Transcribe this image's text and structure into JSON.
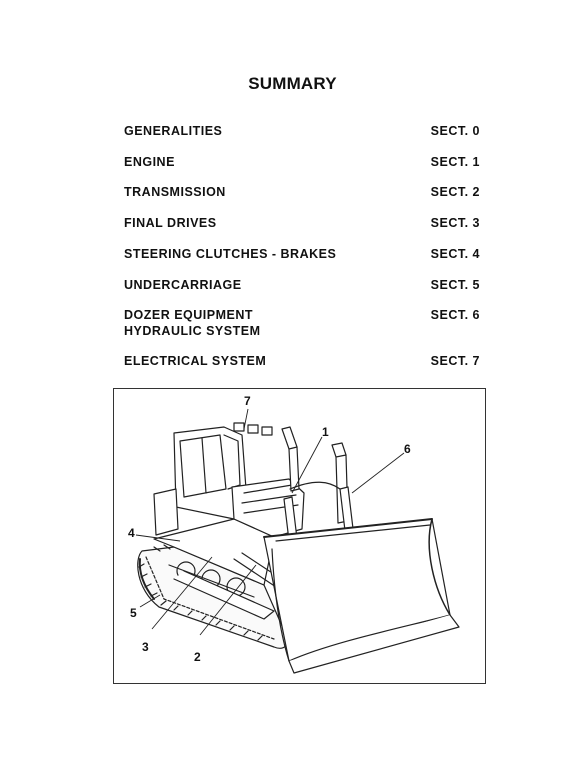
{
  "page": {
    "title": "SUMMARY"
  },
  "toc": [
    {
      "label": "GENERALITIES",
      "section": "SECT. 0"
    },
    {
      "label": "ENGINE",
      "section": "SECT. 1"
    },
    {
      "label": "TRANSMISSION",
      "section": "SECT. 2"
    },
    {
      "label": "FINAL DRIVES",
      "section": "SECT. 3"
    },
    {
      "label": "STEERING CLUTCHES - BRAKES",
      "section": "SECT. 4"
    },
    {
      "label": "UNDERCARRIAGE",
      "section": "SECT. 5"
    },
    {
      "label": "DOZER EQUIPMENT\nHYDRAULIC SYSTEM",
      "section": "SECT. 6"
    },
    {
      "label": "ELECTRICAL SYSTEM",
      "section": "SECT. 7"
    }
  ],
  "figure": {
    "callouts": [
      "1",
      "2",
      "3",
      "4",
      "5",
      "6",
      "7"
    ]
  }
}
